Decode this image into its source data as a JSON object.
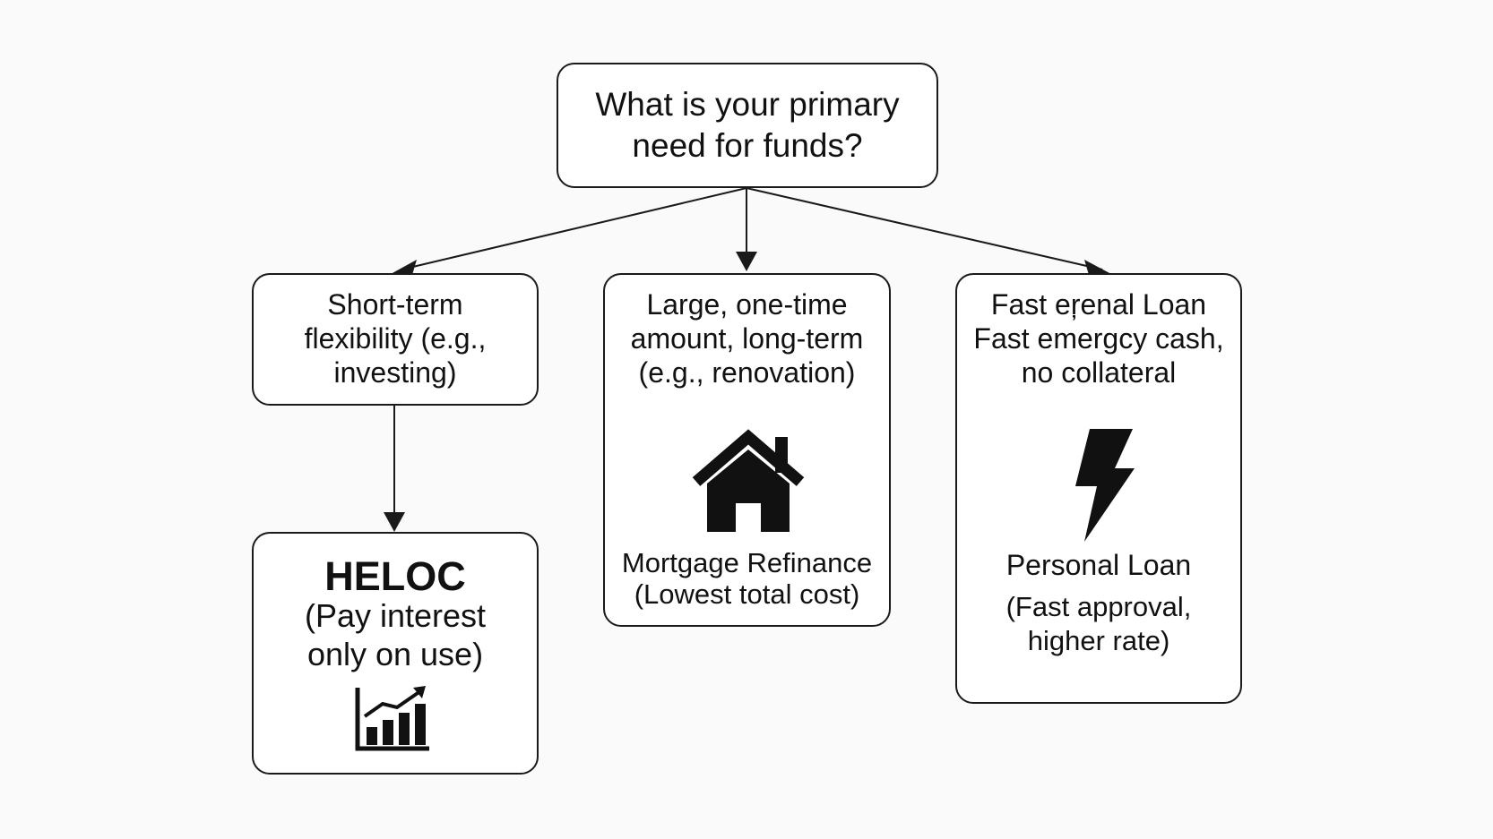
{
  "root": {
    "question": "What is your primary\nneed for funds?"
  },
  "options": {
    "short_term": "Short-term\nflexibility (e.g.,\ninvesting)",
    "large_amount": "Large, one-time\namount, long-term\n(e.g., renovation)",
    "fast_cash": "Fast eŗenal Loan\nFast emergcy cash,\nno collateral"
  },
  "results": {
    "heloc": {
      "title": "HELOC",
      "detail": "(Pay interest\nonly on use)",
      "icon": "bar-chart-growth-icon"
    },
    "mortgage": {
      "title": "Mortgage Refinance",
      "detail": "(Lowest total cost)",
      "icon": "house-icon"
    },
    "personal_loan": {
      "title": "Personal Loan",
      "detail": "(Fast approval,\nhigher rate)",
      "icon": "lightning-bolt-icon"
    }
  },
  "colors": {
    "background": "#fafafa",
    "stroke": "#1a1a1a",
    "text": "#111111"
  }
}
